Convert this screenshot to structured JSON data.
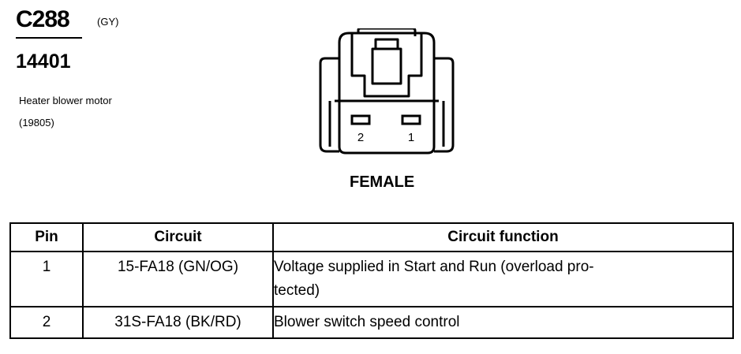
{
  "connector": {
    "id": "C288",
    "color_code": "(GY)",
    "part_number": "14401",
    "description_line1": "Heater blower motor",
    "description_line2": "(19805)",
    "gender": "FEMALE",
    "pin_labels": [
      "2",
      "1"
    ]
  },
  "table": {
    "headers": {
      "pin": "Pin",
      "circuit": "Circuit",
      "function": "Circuit function"
    },
    "rows": [
      {
        "pin": "1",
        "circuit": "15-FA18 (GN/OG)",
        "function_line1": "Voltage supplied in Start and Run (overload pro-",
        "function_line2": "tected)"
      },
      {
        "pin": "2",
        "circuit": "31S-FA18 (BK/RD)",
        "function_line1": "Blower switch speed control"
      }
    ]
  }
}
